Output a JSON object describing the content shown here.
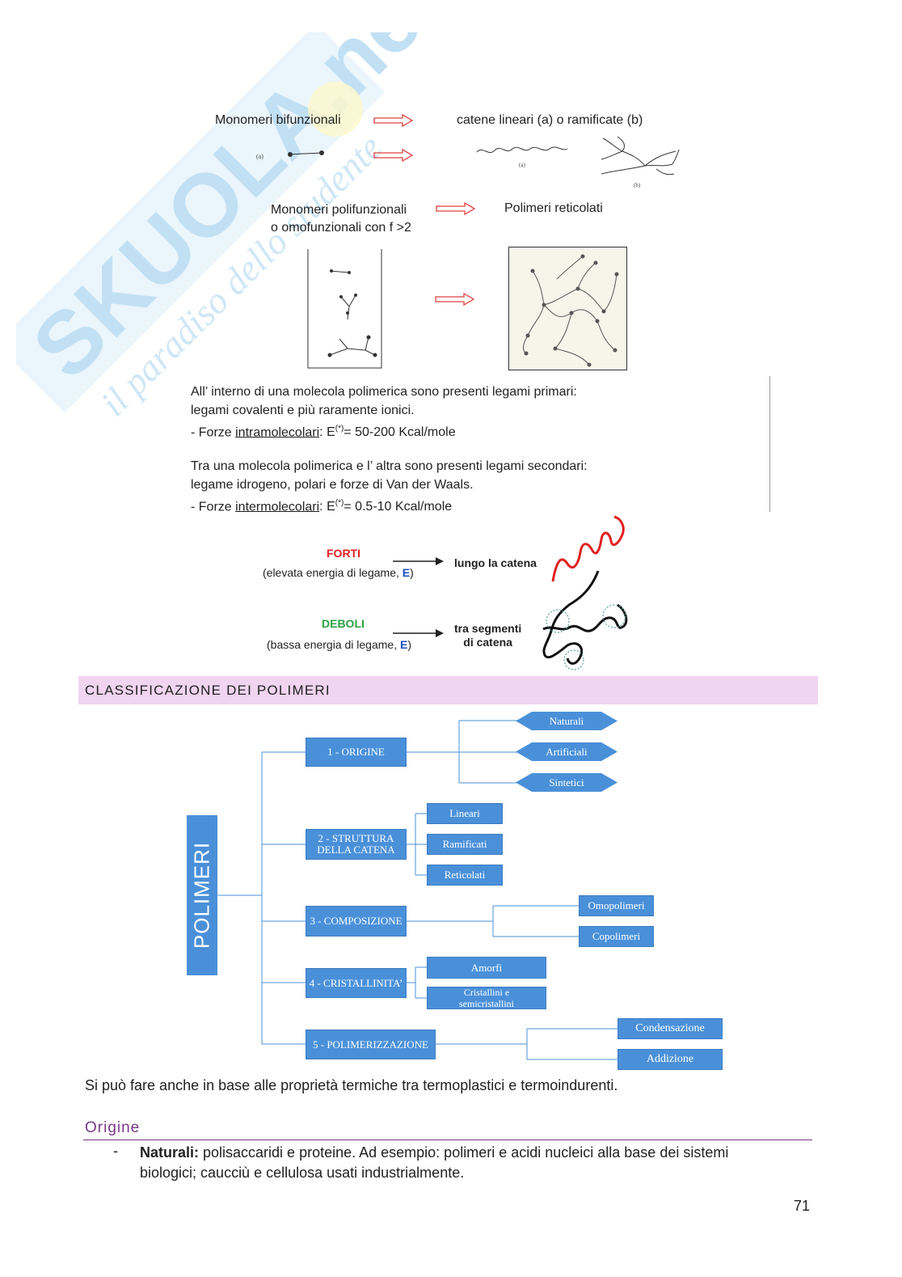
{
  "watermark": {
    "brand": "SKUOLA.net",
    "tagline": "il paradiso dello studente"
  },
  "diagram1": {
    "bifunctional": "Monomeri bifunzionali",
    "linear_branched": "catene lineari (a) o  ramificate (b)",
    "label_a": "(a)",
    "label_b": "(b)",
    "polyfunctional_line1": "Monomeri polifunzionali",
    "polyfunctional_line2": "o omofunzionali con f >2",
    "crosslinked": "Polimeri reticolati"
  },
  "paragraph1": {
    "line1": "All’ interno di una molecola polimerica sono presenti legami primari:",
    "line2": "legami covalenti e più raramente ionici.",
    "line3_prefix": "- Forze ",
    "line3_underlined": "intramolecolari",
    "line3_suffix": ": E(*)= 50-200 Kcal/mole"
  },
  "paragraph2": {
    "line1": "Tra una molecola polimerica e l’ altra sono presenti legami secondari:",
    "line2": "legame idrogeno, polari e forze di Van der Waals.",
    "line3_prefix": "- Forze ",
    "line3_underlined": "intermolecolari",
    "line3_suffix": ": E(*)= 0.5-10 Kcal/mole"
  },
  "forces": {
    "strong_label": "FORTI",
    "strong_desc_prefix": "(elevata energia di legame, ",
    "strong_desc_e": "E",
    "strong_desc_suffix": ")",
    "strong_target": "lungo la catena",
    "weak_label": "DEBOLI",
    "weak_desc_prefix": "(bassa energia di legame, ",
    "weak_desc_e": "E",
    "weak_desc_suffix": ")",
    "weak_target_line1": "tra segmenti",
    "weak_target_line2": "di catena"
  },
  "section": {
    "title": "CLASSIFICAZIONE DEI POLIMERI"
  },
  "classification": {
    "root": "POLIMERI",
    "origine": "1 - ORIGINE",
    "origine_items": [
      "Naturali",
      "Artificiali",
      "Sintetici"
    ],
    "struttura_line1": "2 - STRUTTURA",
    "struttura_line2": "DELLA CATENA",
    "struttura_items": [
      "Lineari",
      "Ramificati",
      "Reticolati"
    ],
    "composizione": "3 - COMPOSIZIONE",
    "composizione_items": [
      "Omopolimeri",
      "Copolimeri"
    ],
    "cristallinita": "4 - CRISTALLINITA’",
    "cristallinita_items": [
      "Amorfi",
      "Cristallini e semicristallini"
    ],
    "polimerizzazione": "5 - POLIMERIZZAZIONE",
    "polimerizzazione_items": [
      "Condensazione",
      "Addizione"
    ],
    "colors": {
      "box": "#4a90d9",
      "line": "#4a90d9"
    }
  },
  "note": "Si può fare anche in base alle proprietà termiche tra termoplastici e termoindurenti.",
  "origine_heading": "Origine",
  "bullet": {
    "dash": "-",
    "bold": "Naturali:",
    "text_line1": " polisaccaridi e proteine. Ad esempio: polimeri e acidi nucleici alla base dei sistemi",
    "text_line2": "biologici; caucciù e cellulosa usati industrialmente."
  },
  "page_number": "71"
}
